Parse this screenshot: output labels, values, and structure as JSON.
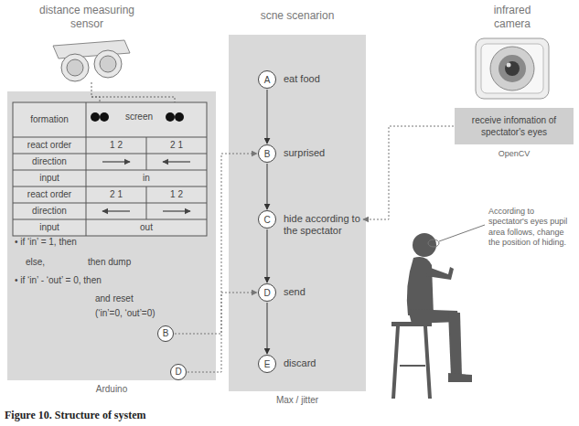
{
  "diagram": {
    "caption": "Figure 10. Structure of system",
    "nodes": [
      {
        "text": [
          "Arduino"
        ]
      },
      {
        "text": [
          "B"
        ],
        "in": 0
      },
      {
        "text": [
          "D"
        ],
        "in": 0
      },
      {
        "text": [
          "scne scenarion",
          "Max / jitter"
        ]
      },
      {
        "text": [
          "A",
          "eat food"
        ],
        "in": 3
      },
      {
        "text": [
          "B",
          "surprised"
        ],
        "in": 3
      },
      {
        "text": [
          "C",
          "hide according to the spectator"
        ],
        "in": 3
      },
      {
        "text": [
          "D",
          "send"
        ],
        "in": 3
      },
      {
        "text": [
          "E",
          "discard"
        ],
        "in": 3
      },
      {
        "text": [
          "receive infomation of spectator's eyes",
          "OpenCV"
        ]
      }
    ],
    "edges": [
      {
        "from": 4,
        "to": 5,
        "arrow": "to"
      },
      {
        "from": 5,
        "to": 6,
        "arrow": "to"
      },
      {
        "from": 6,
        "to": 7,
        "arrow": "to"
      },
      {
        "from": 7,
        "to": 8,
        "arrow": "to"
      },
      {
        "from": 1,
        "to": 5,
        "arrow": "to"
      },
      {
        "from": 2,
        "to": 7,
        "arrow": "to"
      },
      {
        "from": 9,
        "to": 6,
        "arrow": "to"
      }
    ],
    "labels": [
      "distance measuring sensor",
      "formation",
      "screen",
      "react order",
      "1 2",
      "2 1",
      "direction",
      "input",
      "in",
      "react order",
      "2 1",
      "1 2",
      "direction",
      "input",
      "out",
      "• if ‘in’ = 1, then",
      "else,",
      "then dump",
      "• if ‘in’ - ‘out’ = 0, then",
      "and reset",
      "(‘in’=0, ‘out’=0)",
      "infrared camera",
      "According to spectator's eyes pupil area follows, change the position of hiding."
    ]
  }
}
